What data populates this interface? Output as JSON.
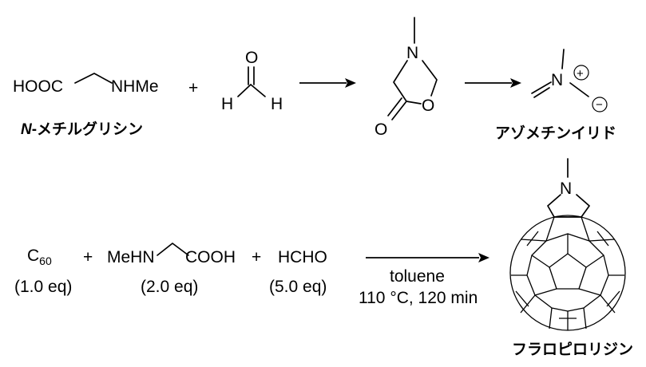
{
  "reaction1": {
    "sarcosine": {
      "hooc": "HOOC",
      "nhme": "NHMe",
      "name_italic": "N",
      "name": "-メチルグリシン"
    },
    "plus": "+",
    "formaldehyde": {
      "o": "O",
      "h_left": "H",
      "h_right": "H"
    },
    "oxazolidinone": {
      "n": "N",
      "o_ring": "O",
      "o_carbonyl": "O"
    },
    "ylide": {
      "n": "N",
      "plus_charge": "+",
      "minus_charge": "−",
      "name": "アゾメチンイリド"
    }
  },
  "reaction2": {
    "c60": {
      "c": "C",
      "sub": "60",
      "eq": "(1.0 eq)"
    },
    "plus": "+",
    "sarcosine": {
      "mehn": "MeHN",
      "cooh": "COOH",
      "eq": "(2.0 eq)"
    },
    "hcho": {
      "formula": "HCHO",
      "eq": "(5.0 eq)"
    },
    "conditions": {
      "solvent": "toluene",
      "temp_time": "110 °C, 120 min"
    },
    "product": {
      "n": "N",
      "name": "フラロピロリジン"
    }
  }
}
